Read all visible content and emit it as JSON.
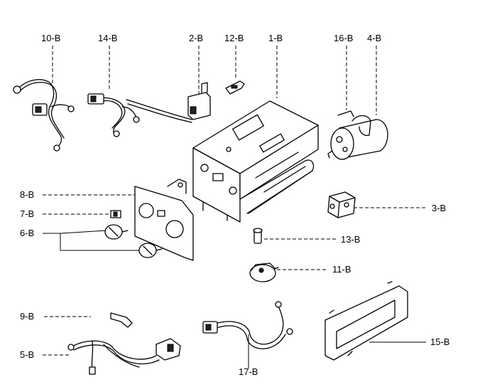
{
  "parts": [
    {
      "id": "p10",
      "label": "10-B"
    },
    {
      "id": "p14",
      "label": "14-B"
    },
    {
      "id": "p2",
      "label": "2-B"
    },
    {
      "id": "p12",
      "label": "12-B"
    },
    {
      "id": "p1",
      "label": "1-B"
    },
    {
      "id": "p16",
      "label": "16-B"
    },
    {
      "id": "p4",
      "label": "4-B"
    },
    {
      "id": "p8",
      "label": "8-B"
    },
    {
      "id": "p7",
      "label": "7-B"
    },
    {
      "id": "p6",
      "label": "6-B"
    },
    {
      "id": "p3",
      "label": "3-B"
    },
    {
      "id": "p13",
      "label": "13-B"
    },
    {
      "id": "p11",
      "label": "11-B"
    },
    {
      "id": "p9",
      "label": "9-B"
    },
    {
      "id": "p5",
      "label": "5-B"
    },
    {
      "id": "p17",
      "label": "17-B"
    },
    {
      "id": "p15",
      "label": "15-B"
    }
  ]
}
